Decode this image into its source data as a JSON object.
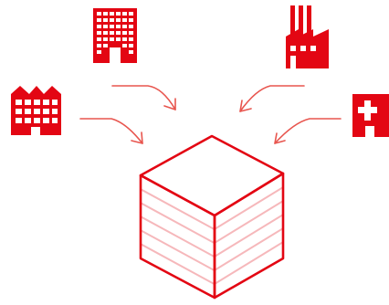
{
  "colors": {
    "accent": "#e30613",
    "arrow": "#e8554e",
    "stripe": "#f6b8bb",
    "background": "#ffffff"
  },
  "sources": [
    {
      "name": "office-tower",
      "icon": "office-building-icon"
    },
    {
      "name": "factory",
      "icon": "factory-icon"
    },
    {
      "name": "residential",
      "icon": "apartment-building-icon"
    },
    {
      "name": "hospital",
      "icon": "hospital-icon"
    }
  ],
  "target": {
    "name": "data-warehouse",
    "icon": "storage-cube-icon"
  }
}
